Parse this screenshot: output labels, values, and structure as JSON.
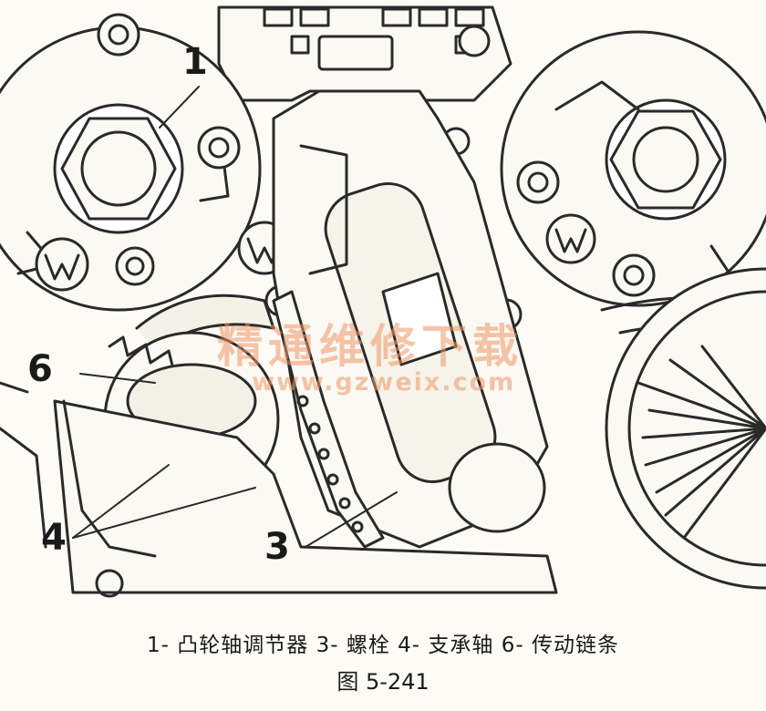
{
  "callouts": {
    "c1": "1",
    "c6": "6",
    "c4": "4",
    "c3": "3"
  },
  "caption": "1- 凸轮轴调节器   3- 螺栓   4- 支承轴   6- 传动链条",
  "figure_number": "图 5-241",
  "watermark": {
    "text": "精通维修下载",
    "url": "www.gzweix.com"
  },
  "colors": {
    "line": "#2a2a2a",
    "paper": "#fdfbf6",
    "watermark": "#ee9664"
  }
}
